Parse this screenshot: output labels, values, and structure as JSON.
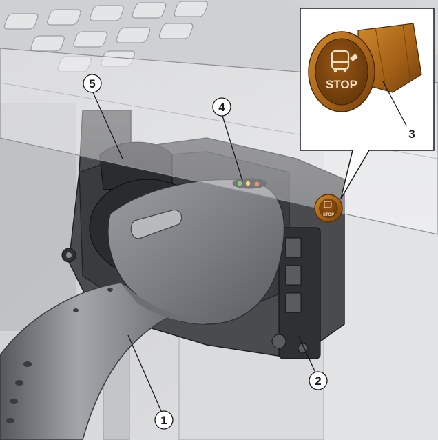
{
  "figure": {
    "callouts": [
      {
        "id": "callout-1",
        "label": "1"
      },
      {
        "id": "callout-2",
        "label": "2"
      },
      {
        "id": "callout-3",
        "label": "3"
      },
      {
        "id": "callout-4",
        "label": "4"
      },
      {
        "id": "callout-5",
        "label": "5"
      }
    ],
    "stop_button_text": "STOP",
    "led_colors": [
      "#3aa935",
      "#f2c51a",
      "#e5462e"
    ],
    "colors": {
      "bronze": "#b06a1a",
      "bronze_dark": "#6e3f0d",
      "plastic_dark": "#3c3d40",
      "cable_grey": "#8e9096",
      "panel_grey": "#d6d7d9"
    }
  }
}
